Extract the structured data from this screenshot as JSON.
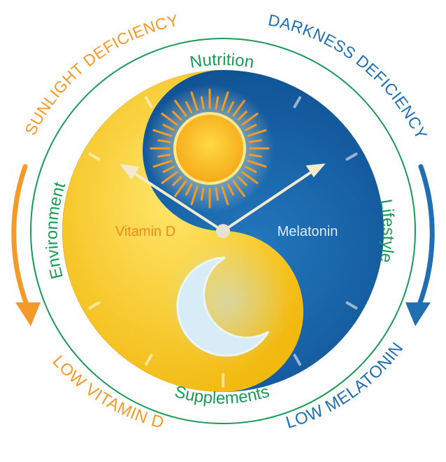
{
  "outer_labels": {
    "sunlight_deficiency": "SUNLIGHT DEFICIENCY",
    "darkness_deficiency": "DARKNESS DEFICIENCY",
    "low_vitamin_d": "LOW VITAMIN D",
    "low_melatonin": "LOW MELATONIN"
  },
  "ring_labels": {
    "nutrition": "Nutrition",
    "environment": "Environment",
    "lifestyle": "Lifestyle",
    "supplements": "Supplements"
  },
  "inner_labels": {
    "vitamin_d": "Vitamin D",
    "melatonin": "Melatonin"
  },
  "colors": {
    "orange": "#F39A2B",
    "blue": "#1F6FB2",
    "green": "#1B9A55",
    "yellow": "#F7C21B",
    "yellow_light": "#FBE15B",
    "navy": "#0E4E8F",
    "navy_light": "#1E6BB0",
    "moon": "#D8ECF8",
    "melatonin_text": "#DDEBF7",
    "vitamin_text": "#F08A1E"
  },
  "icons": [
    "sun-icon",
    "moon-icon",
    "clock-hands-icon",
    "curved-arrow-left-icon",
    "curved-arrow-right-icon"
  ]
}
